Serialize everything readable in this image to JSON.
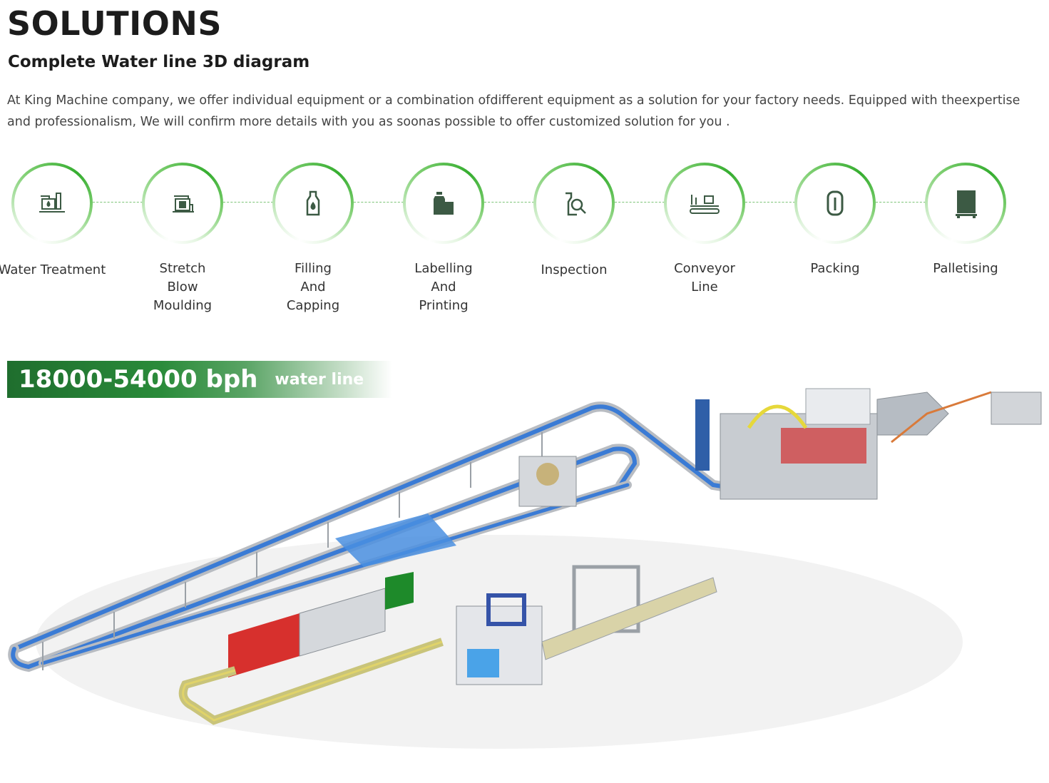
{
  "header": {
    "title": "SOLUTIONS",
    "subtitle": "Complete Water line 3D diagram",
    "intro": "At King Machine company, we offer individual equipment or a combination ofdifferent equipment as a solution for your factory needs. Equipped with theexpertise and professionalism, We will confirm more details with you as soonas possible to offer customized solution for you ."
  },
  "steps": [
    {
      "label": "Water Treatment",
      "icon": "water-treatment-icon"
    },
    {
      "label": "Stretch Blow Moulding",
      "icon": "blow-moulding-icon"
    },
    {
      "label": "Filling And Capping",
      "icon": "bottle-filling-icon"
    },
    {
      "label": "Labelling And Printing",
      "icon": "labelling-icon"
    },
    {
      "label": "Inspection",
      "icon": "inspection-icon"
    },
    {
      "label": "Conveyor Line",
      "icon": "conveyor-icon"
    },
    {
      "label": "Packing",
      "icon": "packing-icon"
    },
    {
      "label": "Palletising",
      "icon": "pallet-icon"
    }
  ],
  "banner": {
    "capacity": "18000-54000 bph",
    "line_type": "water line"
  },
  "colors": {
    "accent_green": "#35ad2f",
    "icon_dark": "#3c5a44",
    "banner_green": "#1f6e2e"
  }
}
